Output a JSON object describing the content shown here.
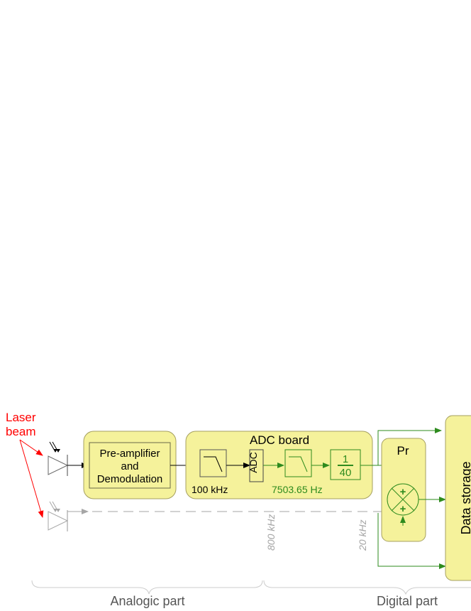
{
  "laser": {
    "label_line1": "Laser",
    "label_line2": "beam",
    "color": "#ff0000"
  },
  "preamp": {
    "line1": "Pre-amplifier",
    "line2": "and",
    "line3": "Demodulation"
  },
  "adc_board": {
    "title": "ADC board",
    "analog_filter_label": "100 kHz",
    "adc_label": "ADC",
    "digital_filter_label": "7503.65 Hz",
    "decimation_numerator": "1",
    "decimation_denominator": "40"
  },
  "processing": {
    "label": "Pr",
    "plus_top": "+",
    "plus_bottom": "+"
  },
  "data_storage": {
    "label": "Data storage"
  },
  "rate_labels": {
    "analog_rate": "800 kHz",
    "digital_rate": "20 kHz"
  },
  "sections": {
    "analog": "Analogic part",
    "digital": "Digital part"
  },
  "colors": {
    "box_fill": "#f5f29b",
    "box_stroke": "#a6a060",
    "green": "#2e8b1e",
    "gray": "#a6a6a6",
    "black": "#000000"
  }
}
